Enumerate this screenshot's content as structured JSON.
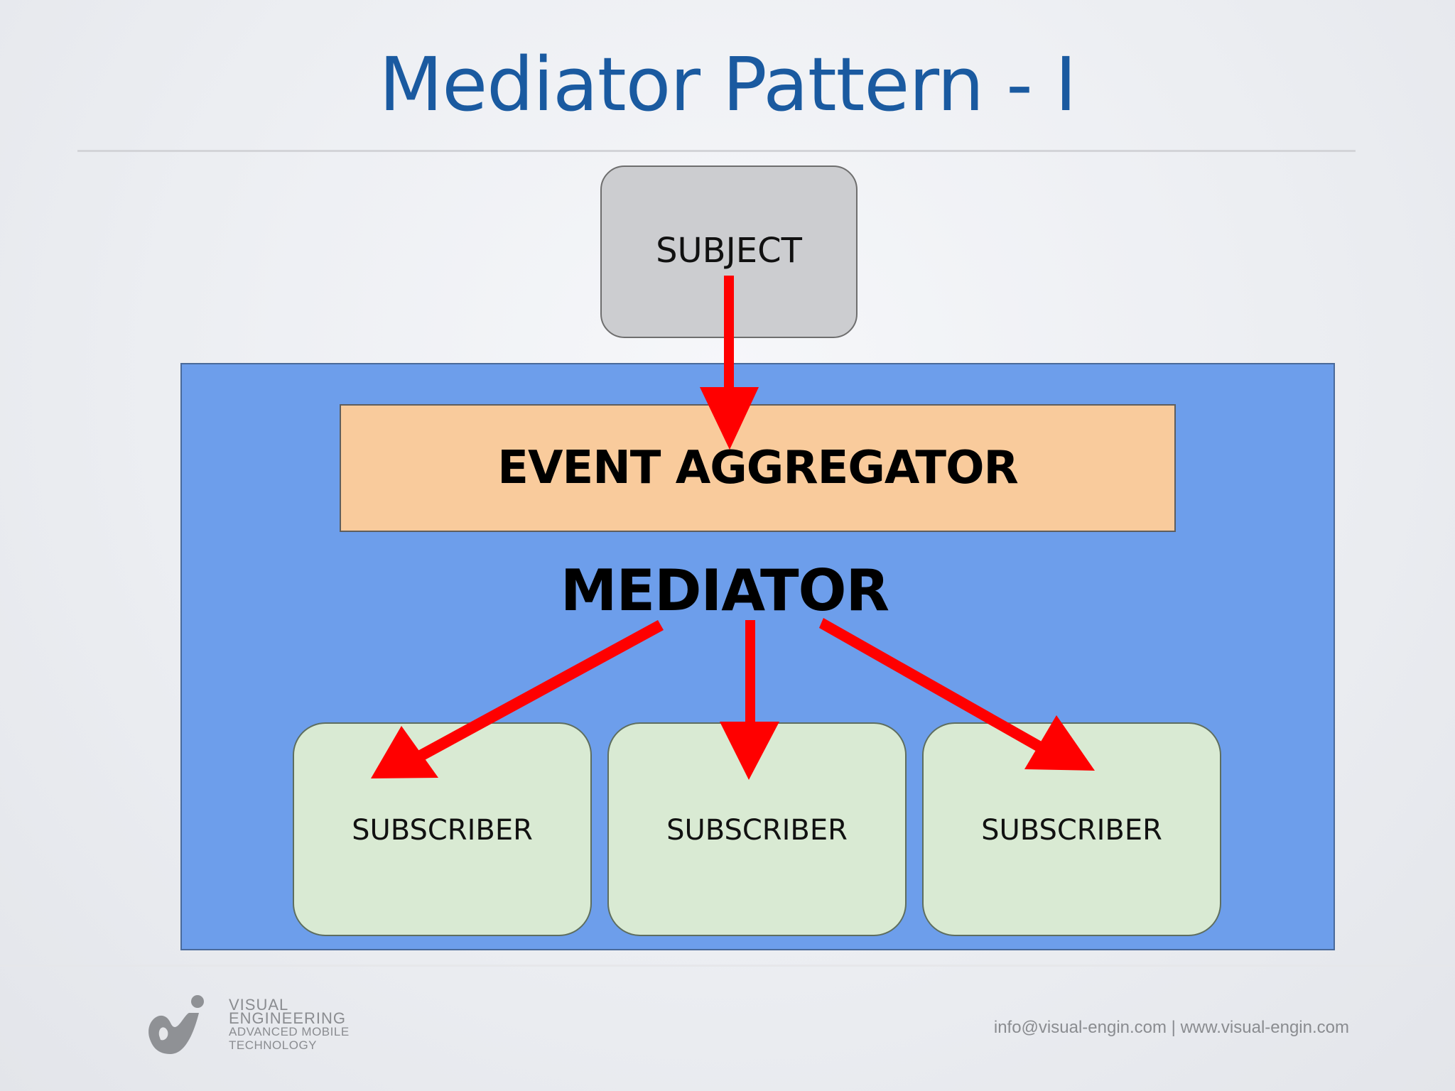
{
  "title": "Mediator Pattern - I",
  "diagram": {
    "subject": "SUBJECT",
    "event_aggregator": "EVENT AGGREGATOR",
    "mediator": "MEDIATOR",
    "subscribers": [
      "SUBSCRIBER",
      "SUBSCRIBER",
      "SUBSCRIBER"
    ]
  },
  "colors": {
    "title": "#1a5aa0",
    "mediator_fill": "#6d9eeb",
    "aggregator_fill": "#f9cb9c",
    "subscriber_fill": "#d9ead3",
    "subject_fill": "#cccdd0",
    "arrow": "#ff0000"
  },
  "footer": {
    "logo_lines": [
      "VISUAL",
      "ENGINEERING",
      "ADVANCED MOBILE",
      "TECHNOLOGY"
    ],
    "contact": "info@visual-engin.com | www.visual-engin.com"
  },
  "icons": {
    "logo": "visual-engineering-logo-icon"
  }
}
